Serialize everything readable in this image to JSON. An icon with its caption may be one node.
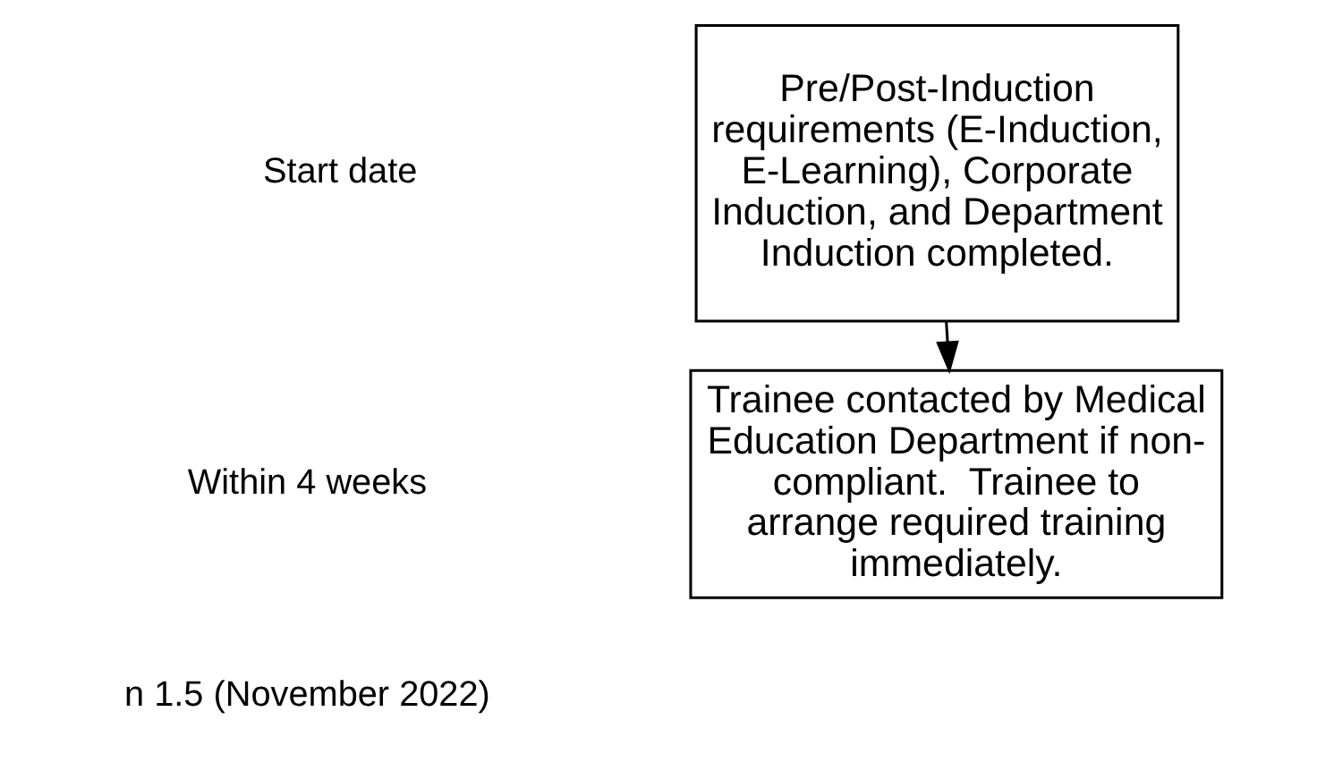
{
  "diagram": {
    "nodes": [
      {
        "text": [
          "Pre/Post-Induction requirements (E-Induction, E-Learning), Corporate Induction, and Department Induction completed."
        ]
      },
      {
        "text": [
          "Trainee contacted by Medical Education Department if non-compliant.  Trainee to arrange required training immediately."
        ]
      }
    ],
    "edges": [
      {
        "from": 0,
        "to": 1,
        "arrow": "to"
      }
    ],
    "labels": [
      "Start date",
      "Within 4 weeks",
      "n 1.5 (November 2022)"
    ]
  }
}
